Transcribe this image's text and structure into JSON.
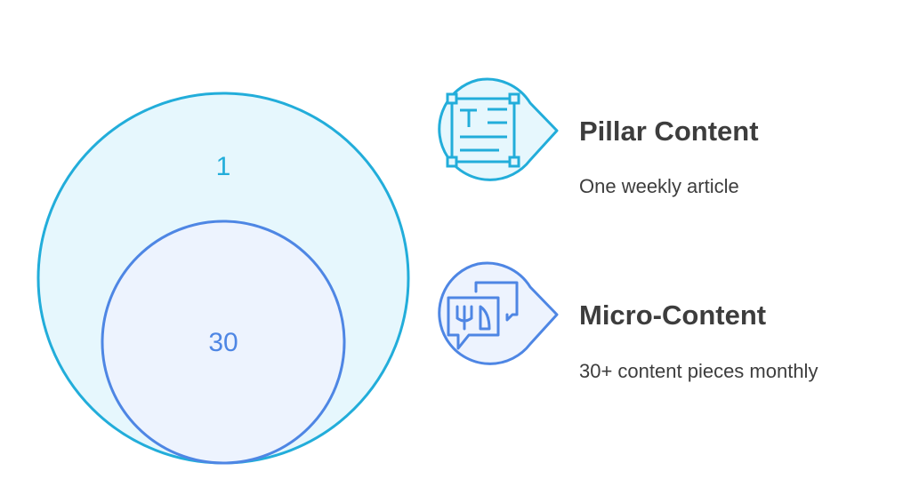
{
  "colors": {
    "outer_stroke": "#22ADDA",
    "outer_fill": "#E6F7FD",
    "inner_stroke": "#4E86E4",
    "inner_fill": "#EDF3FE",
    "text": "#3d3d3d"
  },
  "diagram": {
    "outer_value": "1",
    "inner_value": "30",
    "items": [
      {
        "title": "Pillar Content",
        "description": "One weekly article",
        "icon": "text-document-icon"
      },
      {
        "title": "Micro-Content",
        "description": "30+ content pieces monthly",
        "icon": "chat-bubbles-icon"
      }
    ]
  }
}
